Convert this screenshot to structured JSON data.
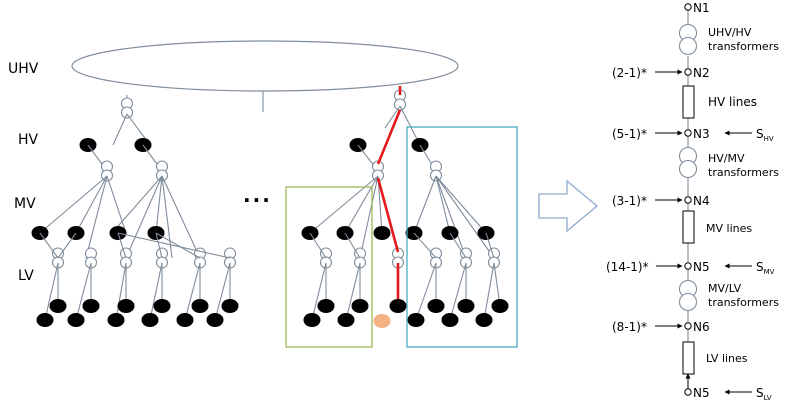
{
  "levels": {
    "uhv": "UHV",
    "hv": "HV",
    "mv": "MV",
    "lv": "LV"
  },
  "ellipsis": "...",
  "chain": {
    "nodes": {
      "n1": "N1",
      "n2": "N2",
      "n3": "N3",
      "n4": "N4",
      "n5a": "N5",
      "n6": "N6",
      "n5b": "N5"
    },
    "elements": {
      "uhv_hv_1": "UHV/HV",
      "uhv_hv_2": "transformers",
      "hv_lines": "HV lines",
      "hv_mv_1": "HV/MV",
      "hv_mv_2": "transformers",
      "mv_lines": "MV lines",
      "mv_lv_1": "MV/LV",
      "mv_lv_2": "transformers",
      "lv_lines": "LV lines"
    },
    "multipliers": {
      "n2": "(2-1)*",
      "n3": "(5-1)*",
      "n4": "(3-1)*",
      "n5": "(14-1)*",
      "n6": "(8-1)*"
    },
    "sources": {
      "hv": {
        "main": "S",
        "sub": "HV"
      },
      "mv": {
        "main": "S",
        "sub": "MV"
      },
      "lv": {
        "main": "S",
        "sub": "LV"
      }
    }
  },
  "colors": {
    "tree": "#7f8c9a",
    "highlight_path": "#e41a1c",
    "green_box": "#9bbb59",
    "blue_box": "#4bacc6",
    "orange_node": "#f4b183"
  }
}
